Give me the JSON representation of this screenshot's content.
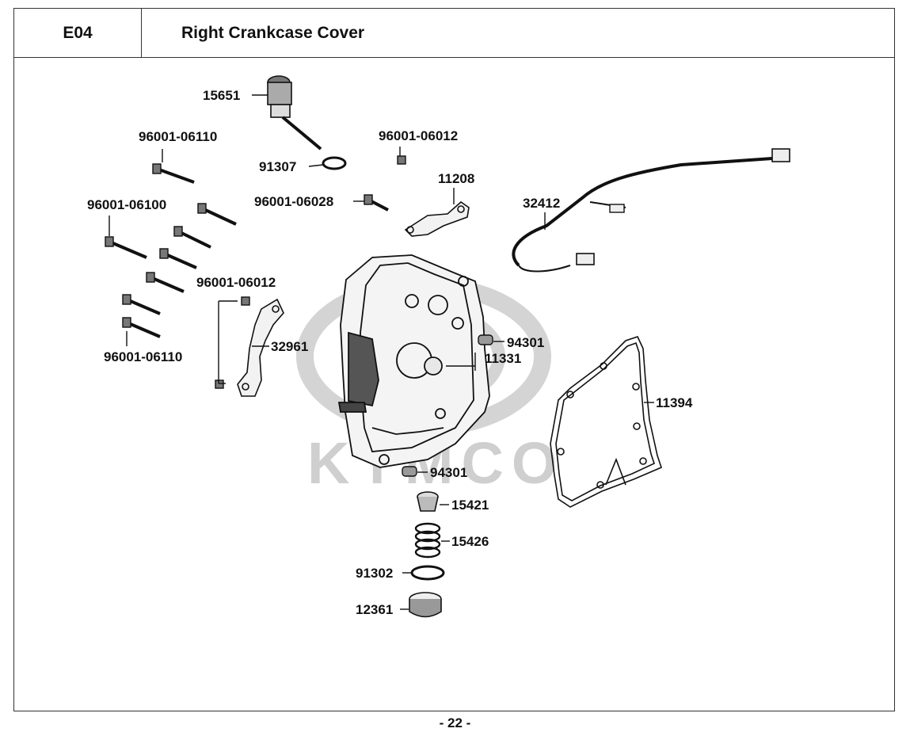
{
  "header": {
    "section_code": "E04",
    "title": "Right Crankcase Cover"
  },
  "watermark": {
    "text": "KYMCO",
    "color": "#c8c8c8"
  },
  "callouts": [
    {
      "id": "c-15651",
      "text": "15651"
    },
    {
      "id": "c-91307",
      "text": "91307"
    },
    {
      "id": "c-96001-06110-top",
      "text": "96001-06110"
    },
    {
      "id": "c-96001-06012-top",
      "text": "96001-06012"
    },
    {
      "id": "c-11208",
      "text": "11208"
    },
    {
      "id": "c-96001-06028",
      "text": "96001-06028"
    },
    {
      "id": "c-32412",
      "text": "32412"
    },
    {
      "id": "c-96001-06100",
      "text": "96001-06100"
    },
    {
      "id": "c-96001-06012-mid",
      "text": "96001-06012"
    },
    {
      "id": "c-32961",
      "text": "32961"
    },
    {
      "id": "c-96001-06110-bot",
      "text": "96001-06110"
    },
    {
      "id": "c-94301-top",
      "text": "94301"
    },
    {
      "id": "c-11331",
      "text": "11331"
    },
    {
      "id": "c-11394",
      "text": "11394"
    },
    {
      "id": "c-94301-bot",
      "text": "94301"
    },
    {
      "id": "c-15421",
      "text": "15421"
    },
    {
      "id": "c-15426",
      "text": "15426"
    },
    {
      "id": "c-91302",
      "text": "91302"
    },
    {
      "id": "c-12361",
      "text": "12361"
    }
  ],
  "footer": {
    "page_number": "- 22 -"
  }
}
